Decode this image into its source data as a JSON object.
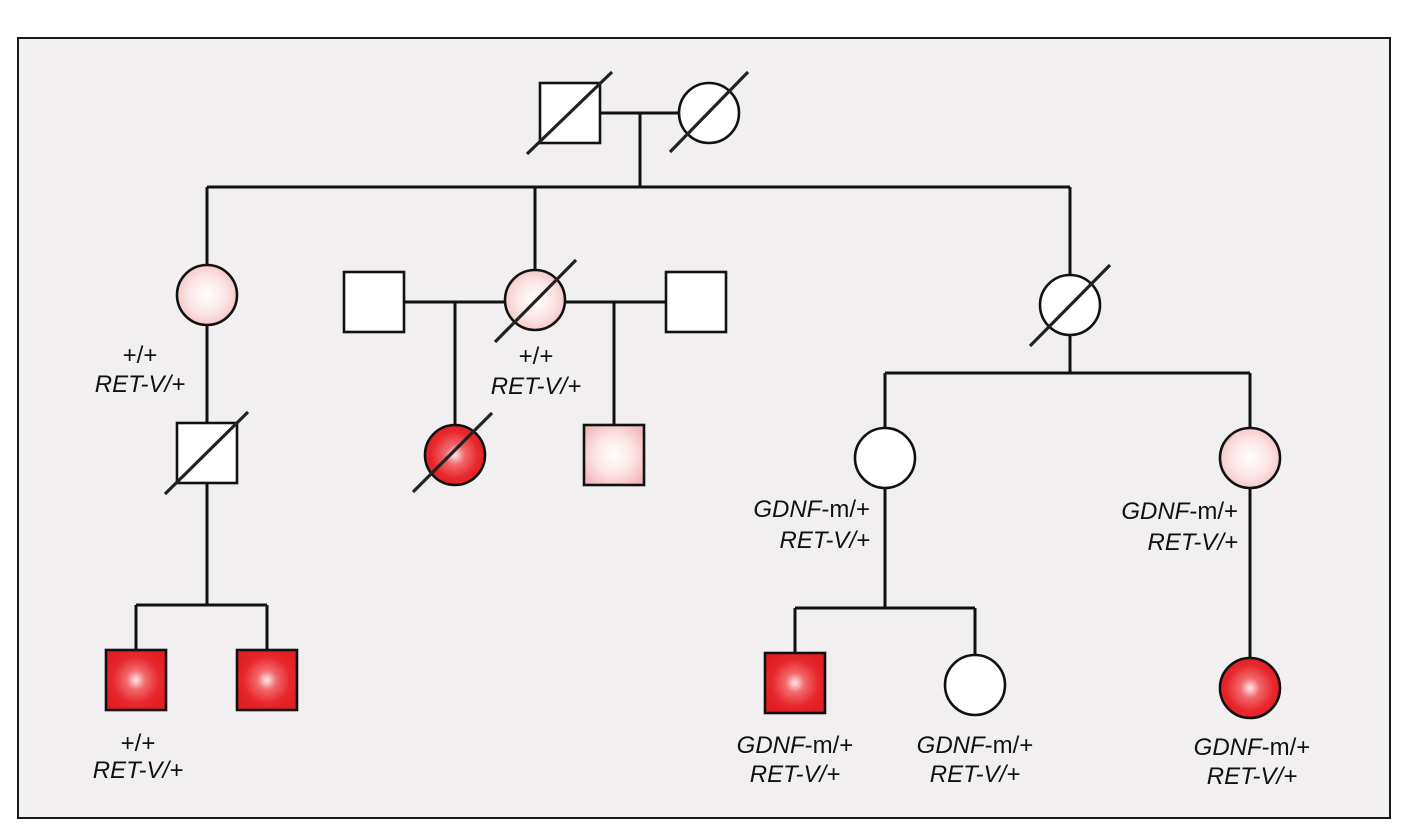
{
  "colors": {
    "frame_bg": "#f1eff0",
    "frame_border": "#1a1a1a",
    "affected": "#e8282d",
    "affected_core": "#fde7e8",
    "carrier_pale": "#f4c6c8",
    "unaffected": "#ffffff"
  },
  "individuals": [
    {
      "id": "I-1",
      "sex": "male",
      "status": "unaffected",
      "deceased": true,
      "labels": []
    },
    {
      "id": "I-2",
      "sex": "female",
      "status": "unaffected",
      "deceased": true,
      "labels": []
    },
    {
      "id": "II-1",
      "sex": "female",
      "status": "mildly-affected",
      "deceased": false,
      "labels": [
        {
          "text": "+/+",
          "italic": false
        },
        {
          "text": "RET-V/+",
          "italic": true
        }
      ]
    },
    {
      "id": "II-spouse-1",
      "sex": "male",
      "status": "unaffected",
      "deceased": false,
      "labels": []
    },
    {
      "id": "II-2",
      "sex": "female",
      "status": "mildly-affected",
      "deceased": true,
      "labels": [
        {
          "text": "+/+",
          "italic": false
        },
        {
          "text": "RET-V/+",
          "italic": true
        }
      ]
    },
    {
      "id": "II-spouse-2",
      "sex": "male",
      "status": "unaffected",
      "deceased": false,
      "labels": []
    },
    {
      "id": "II-3",
      "sex": "female",
      "status": "unaffected",
      "deceased": true,
      "labels": []
    },
    {
      "id": "III-1",
      "sex": "male",
      "status": "unaffected",
      "deceased": true,
      "labels": []
    },
    {
      "id": "III-2",
      "sex": "female",
      "status": "affected",
      "deceased": true,
      "labels": []
    },
    {
      "id": "III-3",
      "sex": "male",
      "status": "mildly-affected",
      "deceased": false,
      "labels": []
    },
    {
      "id": "III-4",
      "sex": "female",
      "status": "unaffected",
      "deceased": false,
      "labels": [
        {
          "gene": "GDNF",
          "rest": "-m/+"
        },
        {
          "text": "RET-V/+",
          "italic": true
        }
      ]
    },
    {
      "id": "III-5",
      "sex": "female",
      "status": "mildly-affected",
      "deceased": false,
      "labels": [
        {
          "gene": "GDNF",
          "rest": "-m/+"
        },
        {
          "text": "RET-V/+",
          "italic": true
        }
      ]
    },
    {
      "id": "IV-1",
      "sex": "male",
      "status": "affected",
      "deceased": false,
      "labels": [
        {
          "text": "+/+",
          "italic": false
        },
        {
          "text": "RET-V/+",
          "italic": true
        }
      ]
    },
    {
      "id": "IV-2",
      "sex": "male",
      "status": "affected",
      "deceased": false,
      "labels": []
    },
    {
      "id": "IV-3",
      "sex": "male",
      "status": "affected",
      "deceased": false,
      "labels": [
        {
          "gene": "GDNF",
          "rest": "-m/+"
        },
        {
          "text": "RET-V/+",
          "italic": true
        }
      ]
    },
    {
      "id": "IV-4",
      "sex": "female",
      "status": "unaffected",
      "deceased": false,
      "labels": [
        {
          "gene": "GDNF",
          "rest": "-m/+"
        },
        {
          "text": "RET-V/+",
          "italic": true
        }
      ]
    },
    {
      "id": "IV-5",
      "sex": "female",
      "status": "affected",
      "deceased": false,
      "labels": [
        {
          "gene": "GDNF",
          "rest": "-m/+"
        },
        {
          "text": "RET-V/+",
          "italic": true
        }
      ]
    }
  ]
}
